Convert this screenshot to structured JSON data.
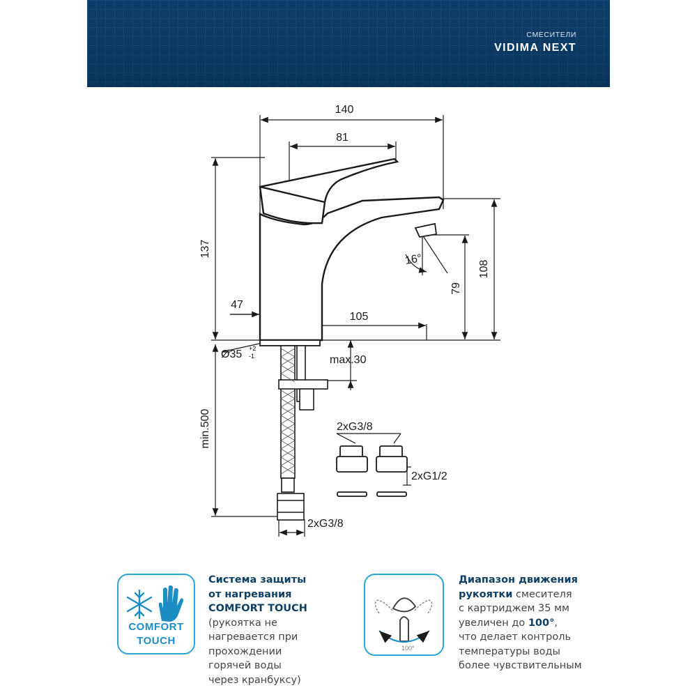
{
  "header": {
    "category": "СМЕСИТЕЛИ",
    "product": "VIDIMA NEXT"
  },
  "drawing": {
    "dim_total_length": "140",
    "dim_handle_length": "81",
    "dim_total_height": "137",
    "dim_spout_height": "108",
    "dim_angle": "16°",
    "dim_outlet_height": "79",
    "dim_base": "47",
    "dim_reach": "105",
    "dim_hole_diameter": "Ø35",
    "dim_hole_tolerance_plus": "+2",
    "dim_hole_tolerance_minus": "-1",
    "dim_max_thickness": "max.30",
    "dim_hose_length": "min.500",
    "fitting_top": "2xG3/8",
    "fitting_side": "2xG1/2",
    "fitting_bottom": "2xG3/8"
  },
  "features": [
    {
      "icon": "comfort-touch-icon",
      "icon_line1": "COMFORT",
      "icon_line2": "TOUCH",
      "title_line1": "Система защиты",
      "title_line2": "от нагревания",
      "title_line3": "COMFORT TOUCH",
      "body_line1": "(рукоятка не",
      "body_line2": "нагревается при",
      "body_line3": "прохождении",
      "body_line4": "горячей воды",
      "body_line5": "через кранбуксу)"
    },
    {
      "icon": "handle-range-icon",
      "icon_angle": "100°",
      "title_line1": "Диапазон движения",
      "title_bold2": "рукоятки",
      "body_line2": " смесителя",
      "body_line3": "с картриджем 35 мм",
      "body_line4": "увеличен до ",
      "bold_value": "100°",
      "body_line4_end": ",",
      "body_line5": "что делает контроль",
      "body_line6": "температуры воды",
      "body_line7": "более чувствительным"
    }
  ],
  "colors": {
    "banner": "#0b3a66",
    "accent": "#2aa6d8",
    "title": "#0f3f64"
  }
}
